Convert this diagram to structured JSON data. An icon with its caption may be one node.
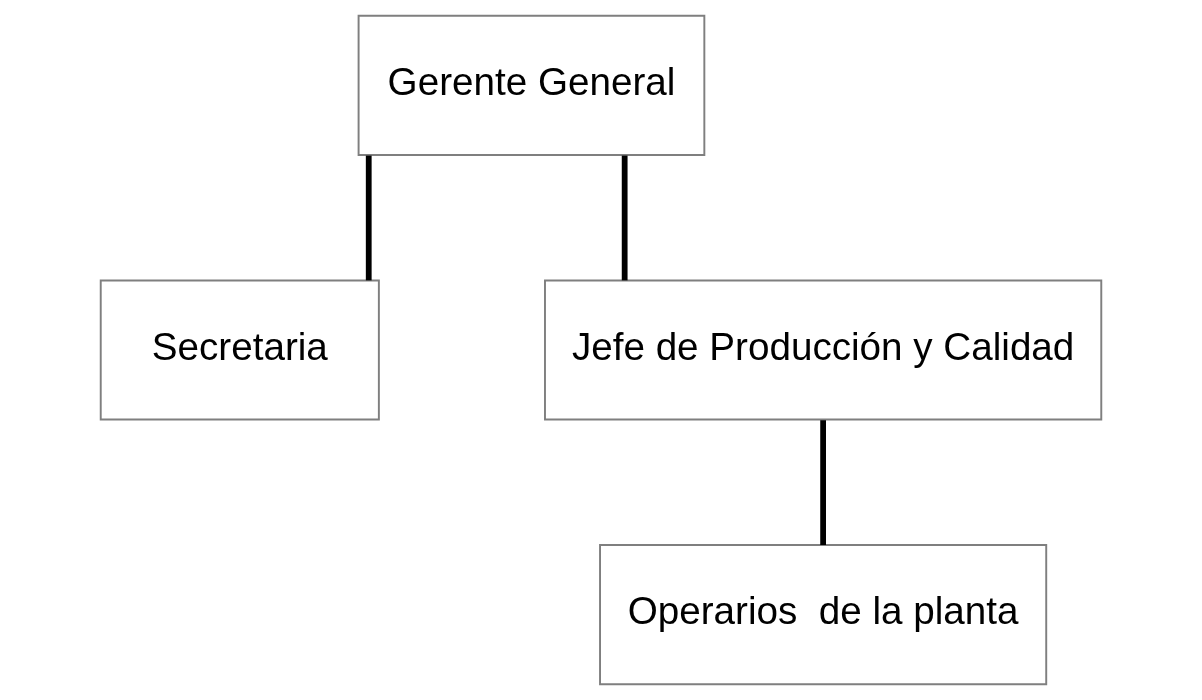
{
  "diagram": {
    "nodes": [
      {
        "text": [
          "Gerente General"
        ]
      },
      {
        "text": [
          "Secretaria"
        ]
      },
      {
        "text": [
          "Jefe de Producción y Calidad"
        ]
      },
      {
        "text": [
          "Operarios  de la planta"
        ]
      }
    ],
    "edges": [
      {
        "from": 0,
        "to": 1,
        "arrow": "none"
      },
      {
        "from": 0,
        "to": 2,
        "arrow": "none"
      },
      {
        "from": 2,
        "to": 3,
        "arrow": "none"
      }
    ]
  }
}
